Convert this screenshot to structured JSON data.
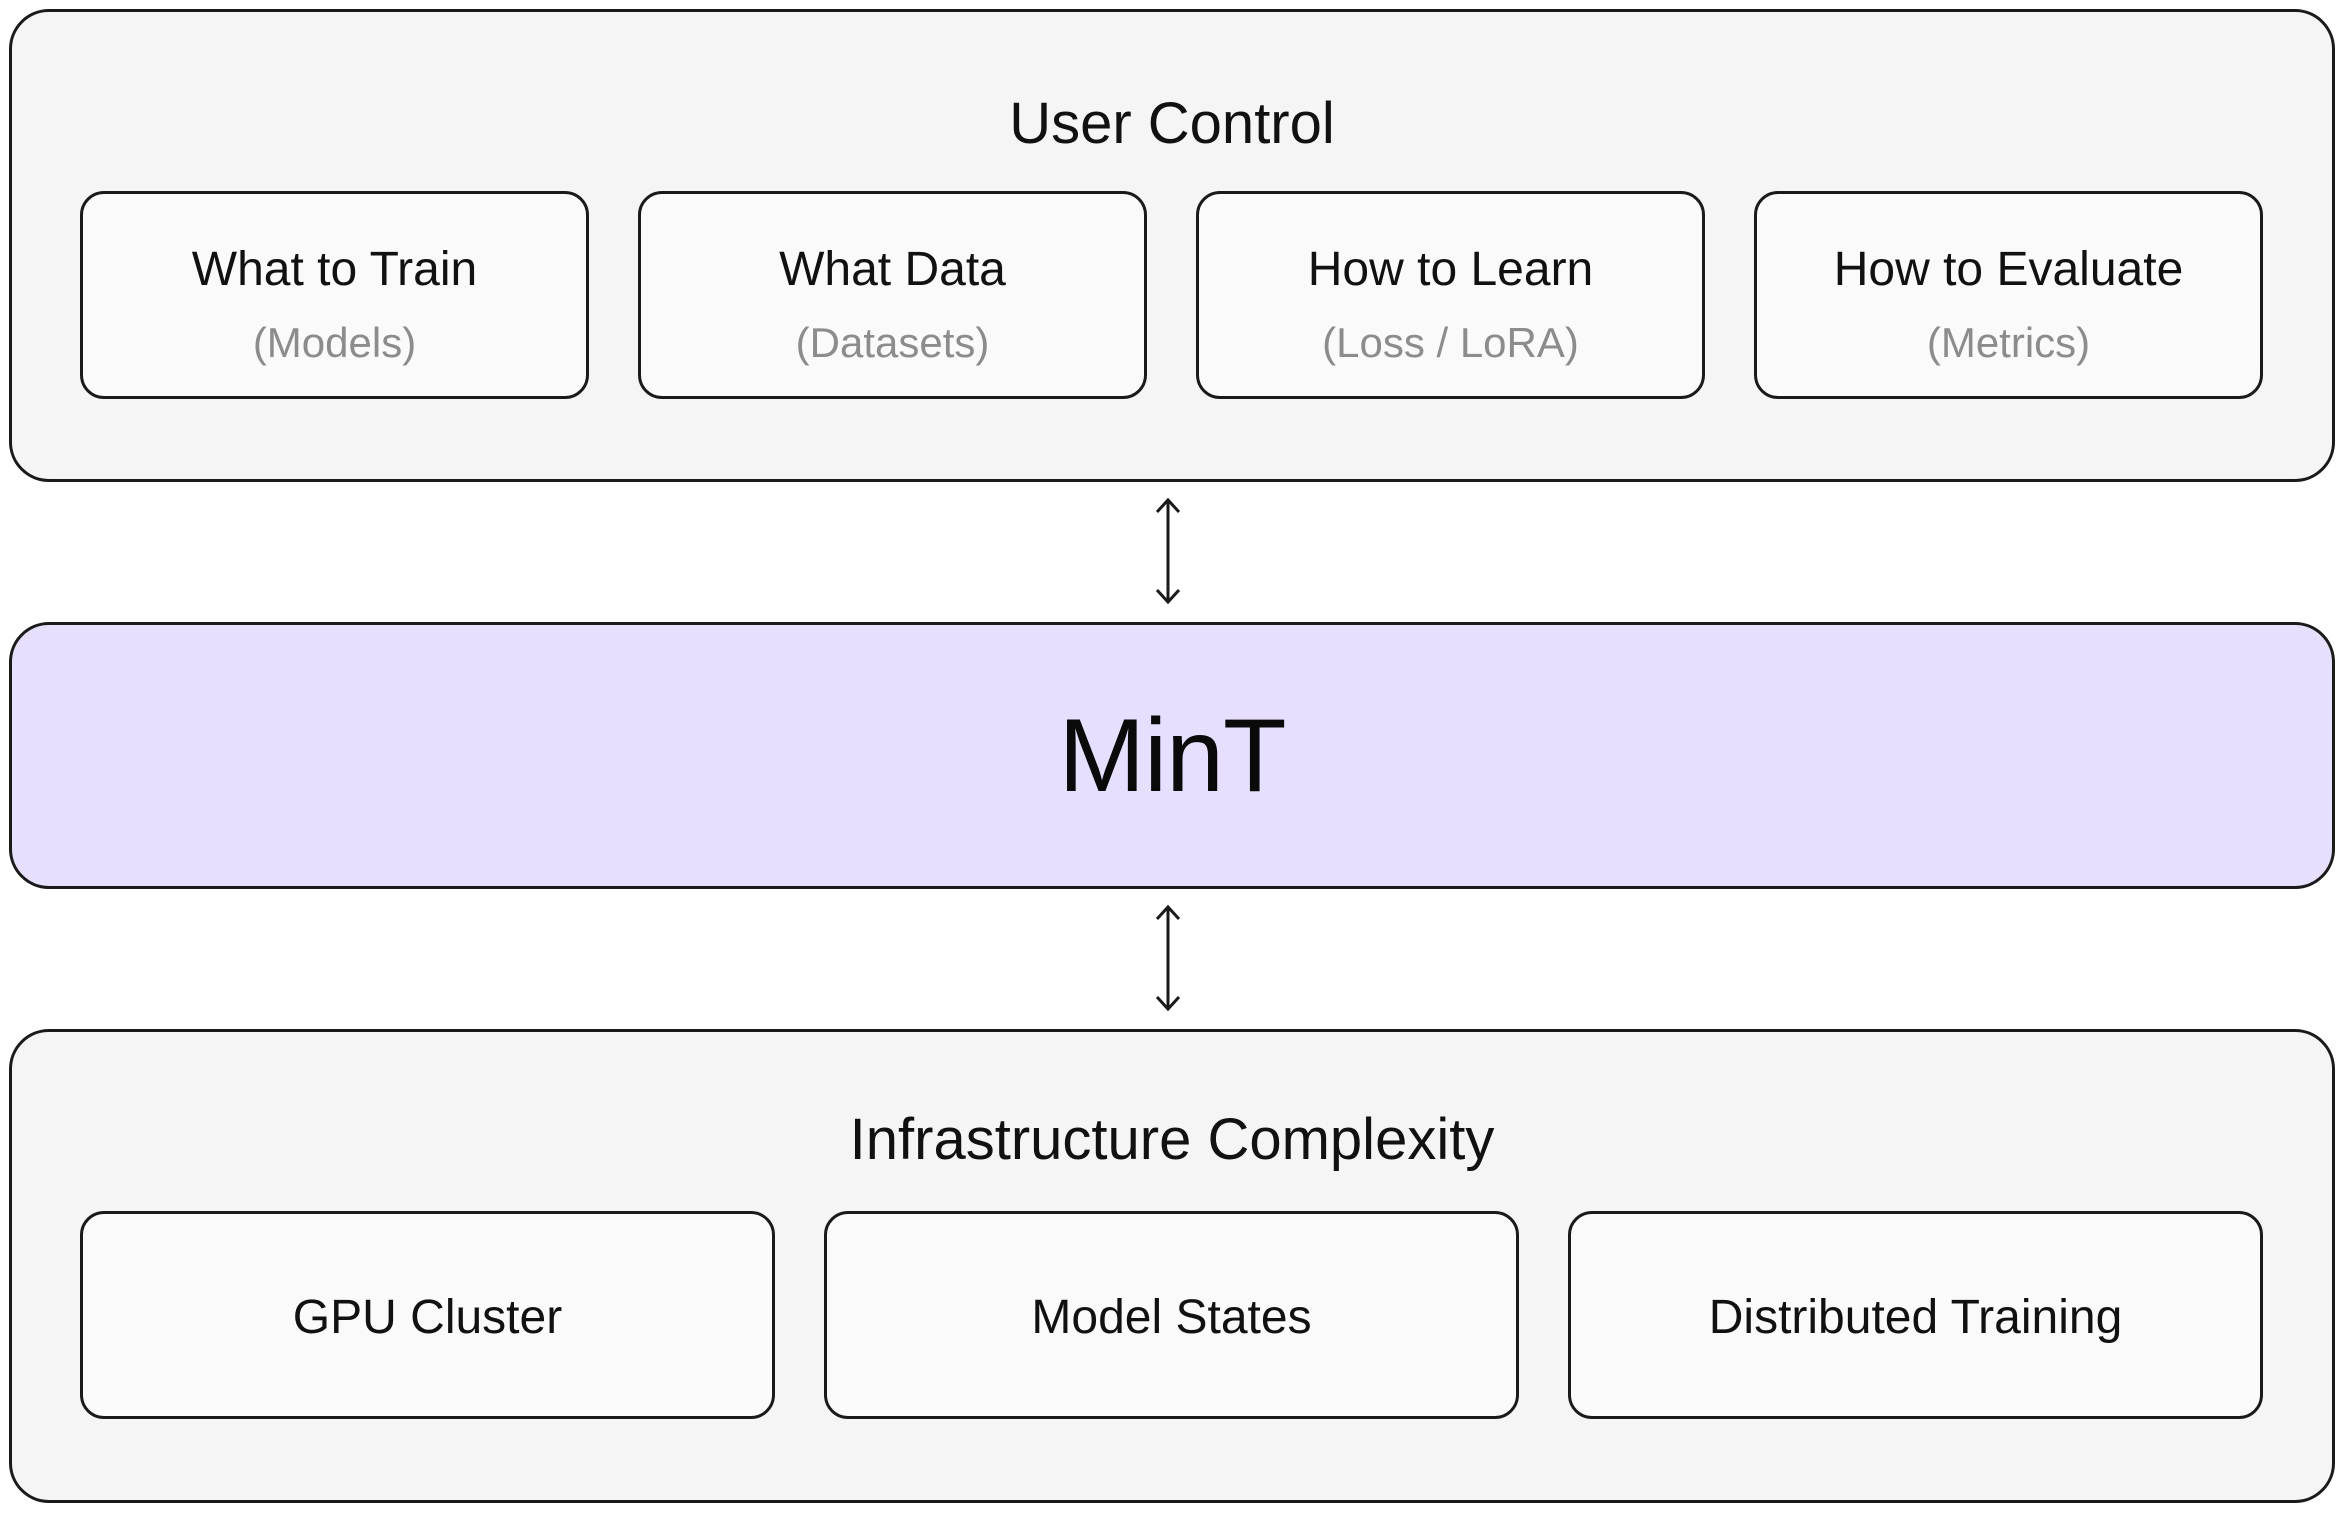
{
  "top_section": {
    "title": "User Control",
    "cards": [
      {
        "title": "What to Train",
        "subtitle": "(Models)"
      },
      {
        "title": "What Data",
        "subtitle": "(Datasets)"
      },
      {
        "title": "How to Learn",
        "subtitle": "(Loss / LoRA)"
      },
      {
        "title": "How to Evaluate",
        "subtitle": "(Metrics)"
      }
    ]
  },
  "middle_section": {
    "title": "MinT",
    "fill_color": "#e6e0fe"
  },
  "bottom_section": {
    "title": "Infrastructure Complexity",
    "cards": [
      {
        "title": "GPU Cluster"
      },
      {
        "title": "Model States"
      },
      {
        "title": "Distributed Training"
      }
    ]
  },
  "connectors": [
    {
      "from": "User Control",
      "to": "MinT",
      "direction": "bidirectional"
    },
    {
      "from": "MinT",
      "to": "Infrastructure Complexity",
      "direction": "bidirectional"
    }
  ]
}
